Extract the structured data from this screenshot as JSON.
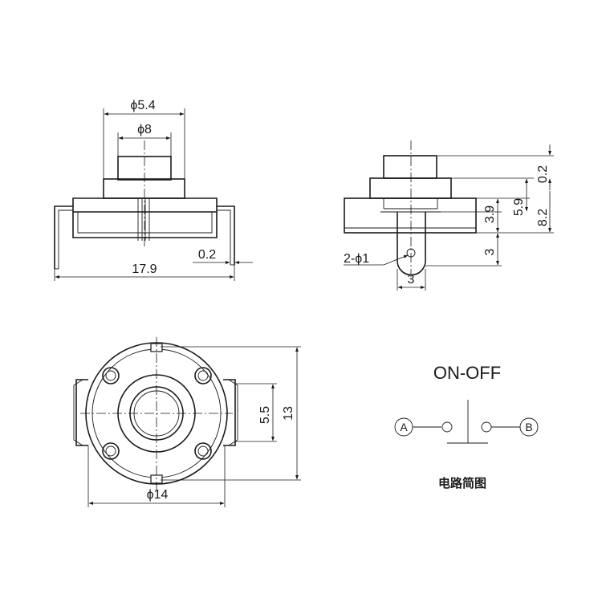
{
  "front_view": {
    "dim_d54": "ϕ5.4",
    "dim_d8": "ϕ8",
    "dim_width": "17.9",
    "dim_pin": "0.2"
  },
  "side_view": {
    "dim_02": "0.2",
    "dim_59": "5.9",
    "dim_39": "3.9",
    "dim_82": "8.2",
    "dim_3v": "3",
    "dim_3h": "3",
    "dim_hole": "2-ϕ1"
  },
  "top_view": {
    "dim_55": "5.5",
    "dim_13": "13",
    "dim_d14": "ϕ14"
  },
  "schematic": {
    "title": "ON-OFF",
    "node_a": "A",
    "node_b": "B",
    "caption": "电路简图"
  }
}
